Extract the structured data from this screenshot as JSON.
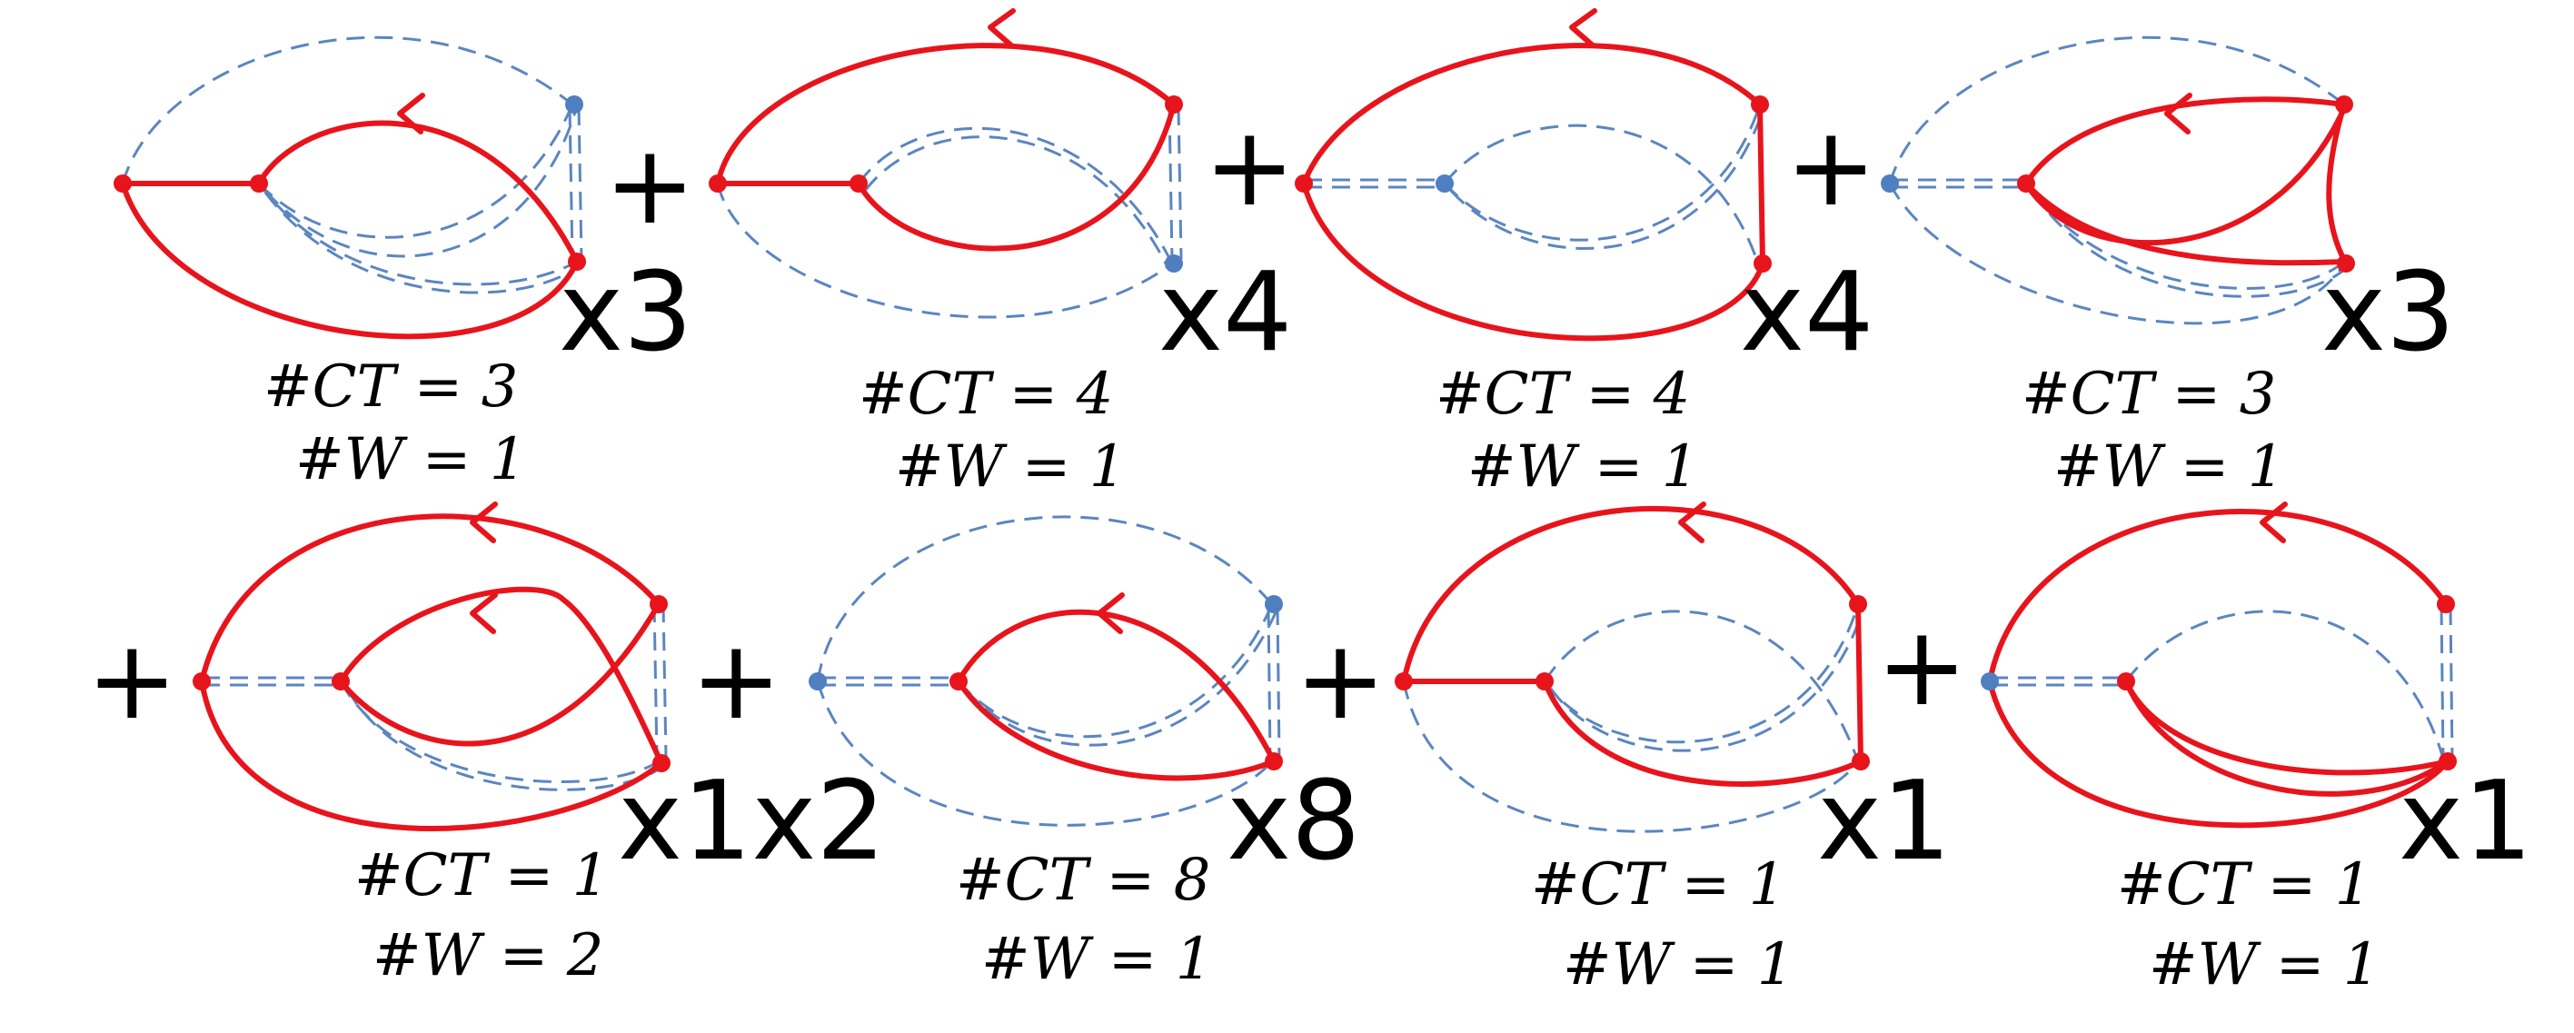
{
  "operator": "+",
  "diagrams": [
    {
      "multiplicity": "x3",
      "ct_label": "#CT = 3",
      "w_label": "#W = 1"
    },
    {
      "multiplicity": "x4",
      "ct_label": "#CT = 4",
      "w_label": "#W = 1"
    },
    {
      "multiplicity": "x4",
      "ct_label": "#CT = 4",
      "w_label": "#W = 1"
    },
    {
      "multiplicity": "x3",
      "ct_label": "#CT = 3",
      "w_label": "#W = 1"
    },
    {
      "multiplicity": "x1x2",
      "ct_label": "#CT = 1",
      "w_label": "#W = 2"
    },
    {
      "multiplicity": "x8",
      "ct_label": "#CT = 8",
      "w_label": "#W = 1"
    },
    {
      "multiplicity": "x1",
      "ct_label": "#CT = 1",
      "w_label": "#W = 1"
    },
    {
      "multiplicity": "x1",
      "ct_label": "#CT = 1",
      "w_label": "#W = 1"
    }
  ],
  "colors": {
    "fermion_line": "#e8141c",
    "dashed_line": "#5b86c0"
  }
}
